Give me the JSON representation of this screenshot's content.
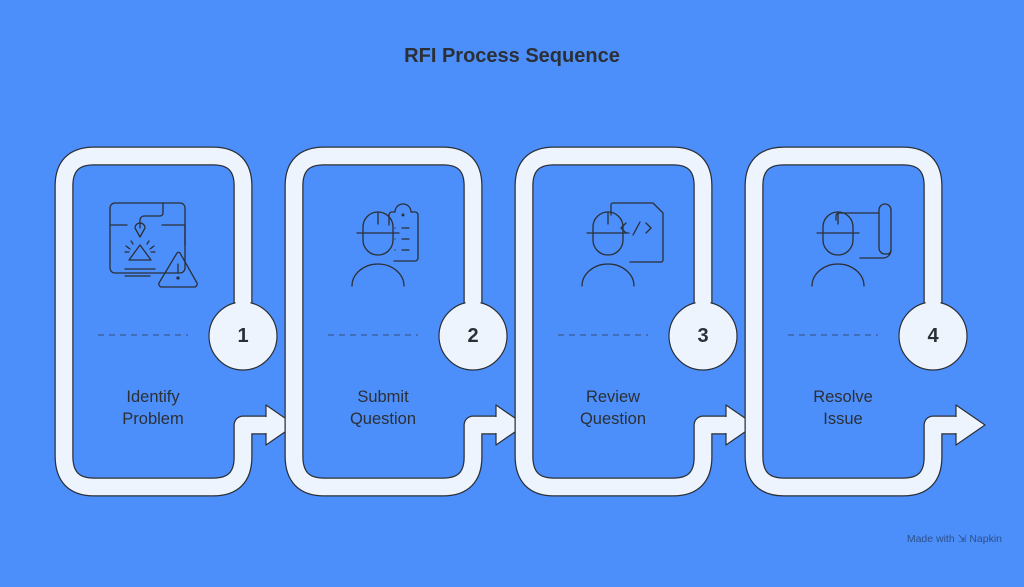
{
  "title": "RFI Process Sequence",
  "colors": {
    "background": "#4d8ffa",
    "band_fill": "#eef4fe",
    "stroke": "#2b2f36",
    "text": "#2b2f36"
  },
  "steps": [
    {
      "number": "1",
      "label_line1": "Identify",
      "label_line2": "Problem",
      "icon": "blueprint-warning-icon"
    },
    {
      "number": "2",
      "label_line1": "Submit",
      "label_line2": "Question",
      "icon": "worker-clipboard-icon"
    },
    {
      "number": "3",
      "label_line1": "Review",
      "label_line2": "Question",
      "icon": "worker-code-document-icon"
    },
    {
      "number": "4",
      "label_line1": "Resolve",
      "label_line2": "Issue",
      "icon": "worker-blueprint-scroll-icon"
    }
  ],
  "credit": "Made with ⇲ Napkin"
}
